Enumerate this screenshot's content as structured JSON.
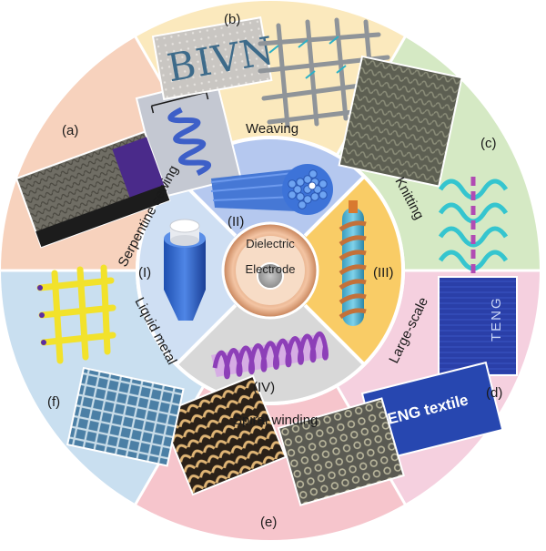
{
  "panels": {
    "a": "(a)",
    "b": "(b)",
    "c": "(c)",
    "d": "(d)",
    "e": "(e)",
    "f": "(f)"
  },
  "techniques": {
    "weaving": "Weaving",
    "knitting": "Knitting",
    "large_scale": "Large-scale",
    "spiral_winding": "Spiral winding",
    "liquid_metal": "Liquid metal",
    "serpentine_sewing": "Serpentine sewing"
  },
  "structures": {
    "i": "(I)",
    "ii": "(II)",
    "iii": "(III)",
    "iv": "(IV)"
  },
  "core": {
    "dielectric": "Dielectric",
    "electrode": "Electrode"
  },
  "photo_text": {
    "embroidery": "BIVN",
    "teng_label": "TENG",
    "teng_textile": "TENG textile"
  },
  "colors": {
    "sector_a": "#f7d2bd",
    "sector_b": "#fbe9bd",
    "sector_c": "#d5e9c4",
    "sector_d": "#f5d0df",
    "sector_e": "#f6c5cc",
    "sector_f": "#c9dff0",
    "inner_ii": "#b5c8ef",
    "inner_iii": "#f9cc66",
    "inner_iv": "#d8d8d8",
    "inner_i": "#cfdff3"
  }
}
